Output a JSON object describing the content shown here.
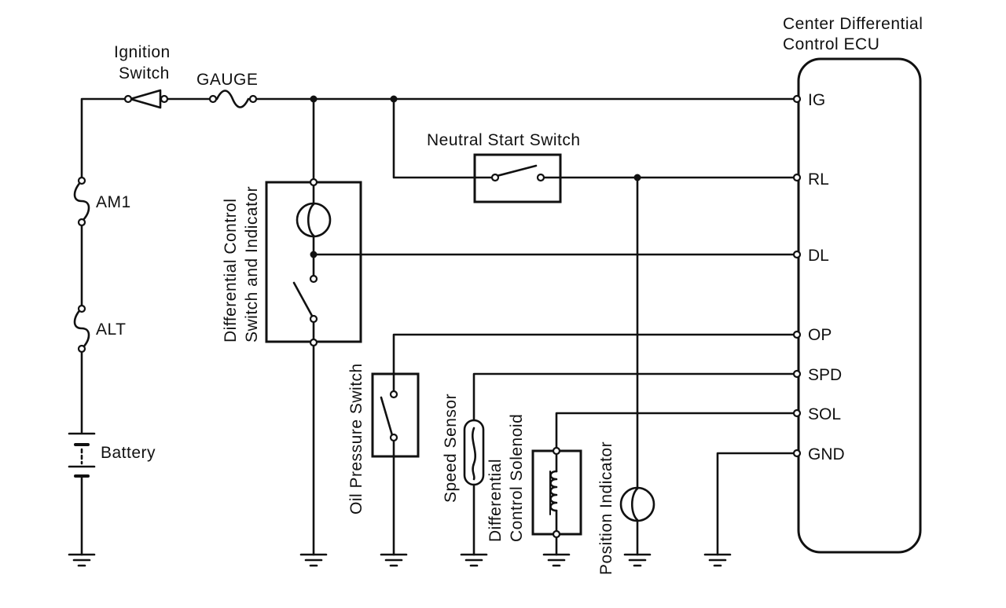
{
  "ecu": {
    "title_line1": "Center Differential",
    "title_line2": "Control ECU",
    "pins": [
      "IG",
      "RL",
      "DL",
      "OP",
      "SPD",
      "SOL",
      "GND"
    ]
  },
  "components": {
    "ignition_switch_line1": "Ignition",
    "ignition_switch_line2": "Switch",
    "gauge_fuse": "GAUGE",
    "am1_fuse": "AM1",
    "alt_fuse": "ALT",
    "battery": "Battery",
    "neutral_start_switch": "Neutral Start Switch",
    "diff_control_switch_line1": "Differential Control",
    "diff_control_switch_line2": "Switch and Indicator",
    "oil_pressure_switch": "Oil Pressure Switch",
    "speed_sensor": "Speed Sensor",
    "diff_solenoid_line1": "Differential",
    "diff_solenoid_line2": "Control Solenoid",
    "position_indicator": "Position Indicator"
  }
}
